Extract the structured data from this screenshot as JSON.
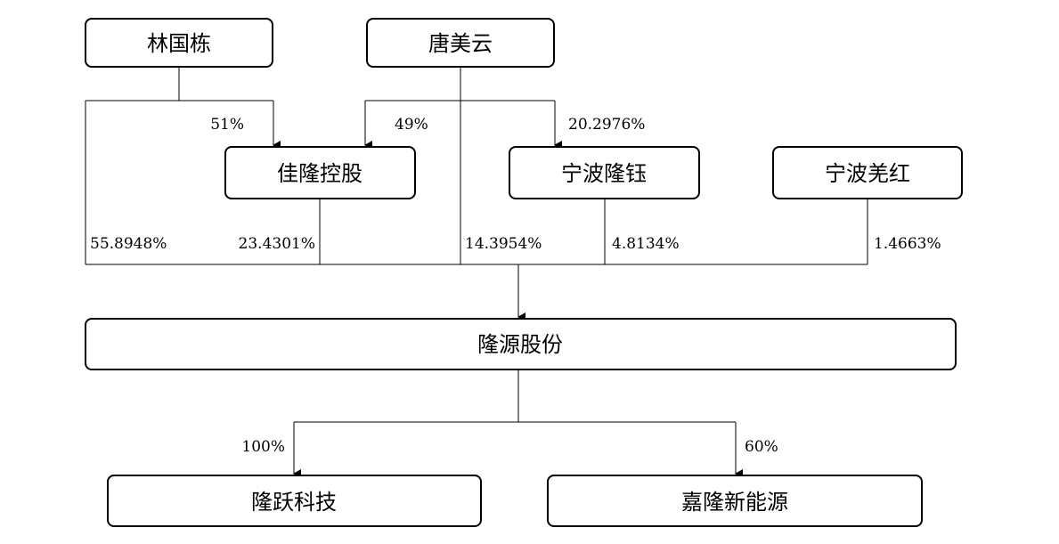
{
  "entities": {
    "lin_guodong": "林国栋",
    "tang_meiyun": "唐美云",
    "jialong_holding": "佳隆控股",
    "ningbo_longyu": "宁波隆钰",
    "ningbo_qianghong": "宁波羌红",
    "longyuan_shares": "隆源股份",
    "longyue_tech": "隆跃科技",
    "jialong_new_energy": "嘉隆新能源"
  },
  "percentages": {
    "lin_to_jialong": "51%",
    "tang_to_jialong": "49%",
    "tang_to_ningbo_longyu": "20.2976%",
    "lin_to_longyuan": "55.8948%",
    "jialong_to_longyuan": "23.4301%",
    "tang_to_longyuan": "14.3954%",
    "ningbo_longyu_to_longyuan": "4.8134%",
    "ningbo_qianghong_to_longyuan": "1.4663%",
    "longyuan_to_longyue": "100%",
    "longyuan_to_jialong_new_energy": "60%"
  }
}
